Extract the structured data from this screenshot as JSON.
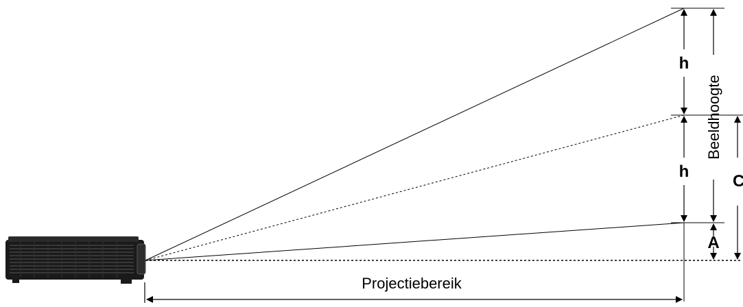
{
  "labels": {
    "upper_h": "h",
    "lower_h": "h",
    "image_height": "Beeldhoogte",
    "offset_a": "A",
    "offset_c": "C",
    "projection_distance": "Projectiebereik"
  },
  "colors": {
    "line": "#000000",
    "projector_body": "#1a1a1a",
    "projector_grille": "#444444",
    "background": "#ffffff"
  }
}
